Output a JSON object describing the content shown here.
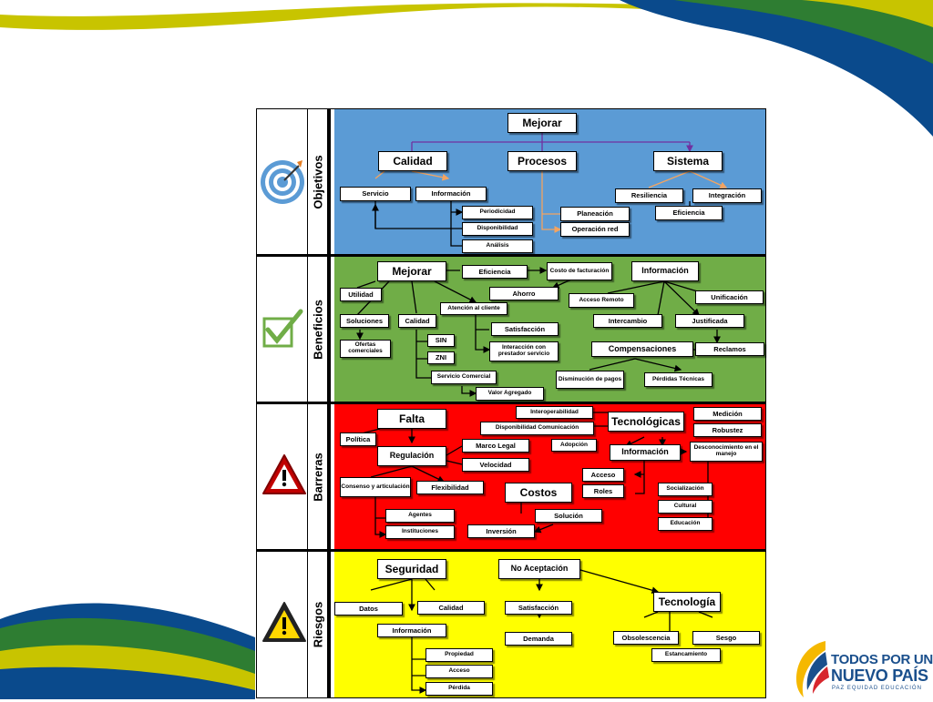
{
  "bands": {
    "objetivos": {
      "label": "Objetivos",
      "color": "#5b9bd5",
      "boxes": {
        "mejorar": "Mejorar",
        "calidad": "Calidad",
        "procesos": "Procesos",
        "sistema": "Sistema",
        "servicio": "Servicio",
        "informacion": "Información",
        "periodicidad": "Periodicidad",
        "disponibilidad": "Disponibilidad",
        "analisis": "Análisis",
        "planeacion": "Planeación",
        "operacion_red": "Operación red",
        "resiliencia": "Resiliencia",
        "integracion": "Integración",
        "eficiencia": "Eficiencia"
      }
    },
    "beneficios": {
      "label": "Beneficios",
      "color": "#70ad47",
      "boxes": {
        "mejorar": "Mejorar",
        "eficiencia": "Eficiencia",
        "costo_facturacion": "Costo de facturación",
        "ahorro": "Ahorro",
        "informacion": "Información",
        "utilidad": "Utilidad",
        "acceso_remoto": "Acceso Remoto",
        "unificacion": "Unificación",
        "atencion_cliente": "Atención al cliente",
        "soluciones": "Soluciones",
        "calidad": "Calidad",
        "satisfaccion": "Satisfacción",
        "intercambio": "Intercambio",
        "justificada": "Justificada",
        "sin": "SIN",
        "ofertas": "Ofertas comerciales",
        "interaccion": "Interacción con prestador servicio",
        "compensaciones": "Compensaciones",
        "reclamos": "Reclamos",
        "zni": "ZNI",
        "servicio_comercial": "Servicio Comercial",
        "disminucion_pagos": "Disminución de pagos",
        "perdidas_tecnicas": "Pérdidas Técnicas",
        "valor_agregado": "Valor Agregado"
      }
    },
    "barreras": {
      "label": "Barreras",
      "color": "#ff0000",
      "boxes": {
        "falta": "Falta",
        "interoperabilidad": "Interoperabilidad",
        "tecnologicas": "Tecnológicas",
        "medicion": "Medición",
        "disp_comunicacion": "Disponibilidad Comunicación",
        "robustez": "Robustez",
        "politica": "Política",
        "adopcion": "Adopción",
        "marco_legal": "Marco Legal",
        "regulacion": "Regulación",
        "informacion": "Información",
        "desconocimiento": "Desconocimiento en el manejo",
        "velocidad": "Velocidad",
        "acceso": "Acceso",
        "consenso": "Consenso y articulación",
        "flexibilidad": "Flexibilidad",
        "costos": "Costos",
        "roles": "Roles",
        "socializacion": "Socialización",
        "cultural": "Cultural",
        "agentes": "Agentes",
        "solucion": "Solución",
        "educacion": "Educación",
        "inversion": "Inversión",
        "instituciones": "Instituciones"
      }
    },
    "riesgos": {
      "label": "Riesgos",
      "color": "#ffff00",
      "boxes": {
        "seguridad": "Seguridad",
        "no_aceptacion": "No Aceptación",
        "datos": "Datos",
        "calidad": "Calidad",
        "satisfaccion": "Satisfacción",
        "tecnologia": "Tecnología",
        "informacion": "Información",
        "demanda": "Demanda",
        "obsolescencia": "Obsolescencia",
        "sesgo": "Sesgo",
        "propiedad": "Propiedad",
        "estancamiento": "Estancamiento",
        "acceso": "Acceso",
        "perdida": "Pérdida"
      }
    }
  },
  "logo": {
    "line1": "TODOS POR UN",
    "line2": "NUEVO PAÍS",
    "line3": "PAZ  EQUIDAD  EDUCACIÓN"
  },
  "colors": {
    "wave_yellow": "#c8c400",
    "wave_green": "#3a8a3a",
    "wave_blue": "#0a4a8c",
    "arrow_purple": "#7030a0",
    "arrow_orange": "#f4a460"
  }
}
